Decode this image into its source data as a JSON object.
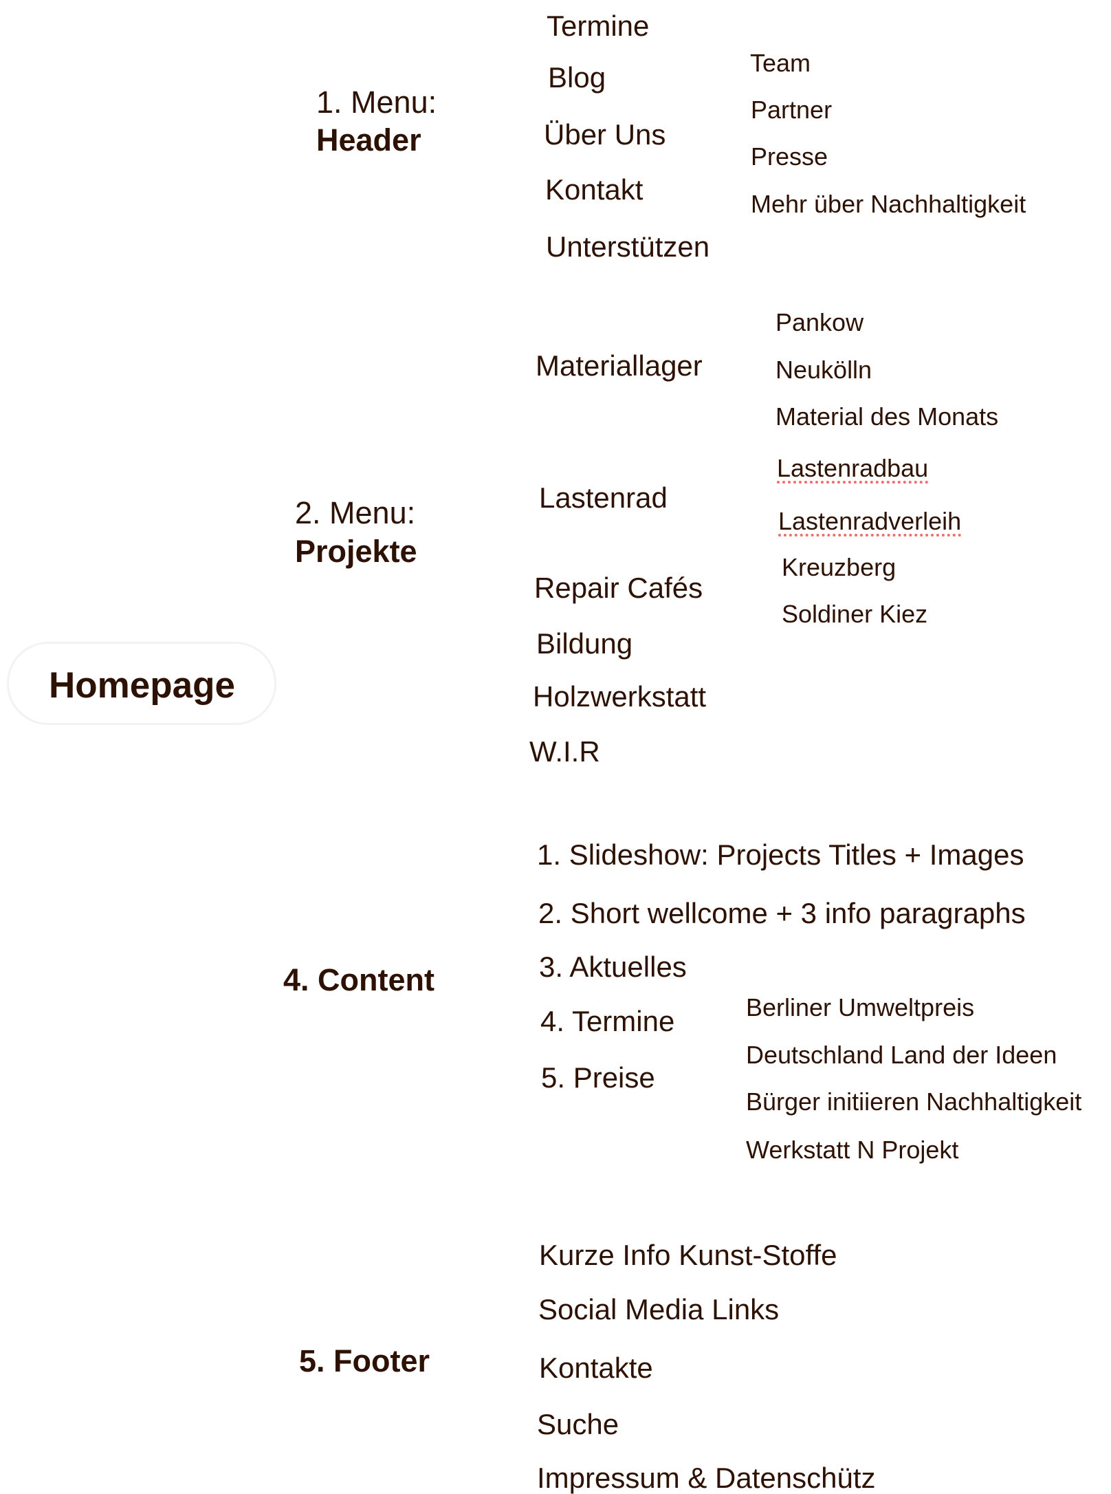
{
  "root": {
    "label": "Homepage"
  },
  "header_menu": {
    "title_prefix": "1. Menu:",
    "title": "Header",
    "items": [
      "Termine",
      "Blog",
      "Über Uns",
      "Kontakt",
      "Unterstützen"
    ],
    "ueber_uns_children": [
      "Team",
      "Partner",
      "Presse",
      "Mehr über Nachhaltigkeit"
    ]
  },
  "projekte_menu": {
    "title_prefix": "2. Menu:",
    "title": "Projekte",
    "items": [
      "Materiallager",
      "Lastenrad",
      "Repair Cafés",
      "Bildung",
      "Holzwerkstatt",
      "W.I.R"
    ],
    "materiallager_children": [
      "Pankow",
      "Neukölln",
      "Material des Monats"
    ],
    "lastenrad_children": [
      "Lastenradbau",
      "Lastenradverleih"
    ],
    "repair_children": [
      "Kreuzberg",
      "Soldiner Kiez"
    ]
  },
  "content": {
    "title": "4. Content",
    "items": [
      "1. Slideshow: Projects Titles + Images",
      "2. Short wellcome + 3 info paragraphs",
      "3. Aktuelles",
      "4. Termine",
      "5. Preise"
    ],
    "preise_children": [
      "Berliner Umweltpreis",
      "Deutschland Land der Ideen",
      "Bürger initiieren Nachhaltigkeit",
      "Werkstatt N Projekt"
    ]
  },
  "footer": {
    "title": "5. Footer",
    "items": [
      "Kurze Info Kunst-Stoffe",
      "Social Media Links",
      "Kontakte",
      "Suche",
      "Impressum & Datenschütz"
    ]
  },
  "colors": {
    "text": "#2d1204",
    "spellcheck": "#f56a6a",
    "node_border": "#f2f2f2"
  }
}
